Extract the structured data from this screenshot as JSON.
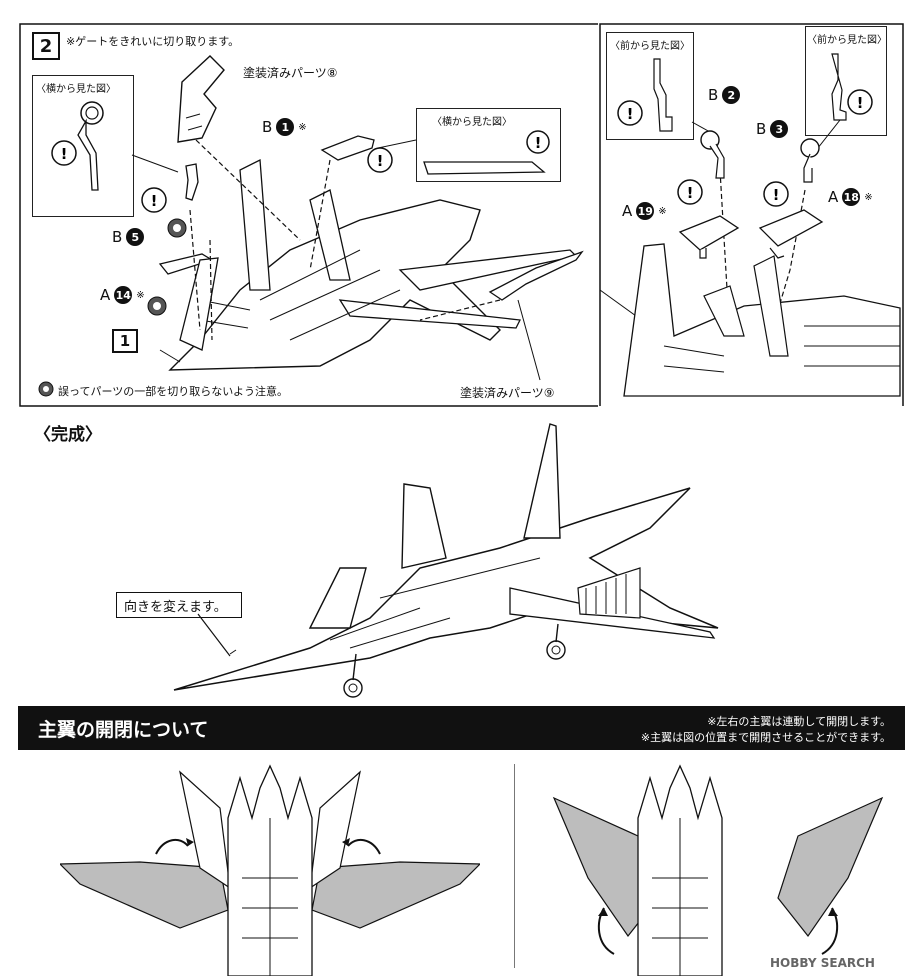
{
  "step": {
    "number": "2",
    "instruction": "※ゲートをきれいに切り取ります。",
    "side_view_label": "〈横から見た図〉",
    "front_view_label": "〈前から見た図〉",
    "painted_part_8": "塗装済みパーツ⑧",
    "painted_part_9": "塗装済みパーツ⑨",
    "caution": "誤ってパーツの一部を切り取らないよう注意。",
    "base_ref": "1",
    "asterisk": "※"
  },
  "parts": [
    {
      "runner": "B",
      "num": "1"
    },
    {
      "runner": "B",
      "num": "5"
    },
    {
      "runner": "A",
      "num": "14"
    },
    {
      "runner": "B",
      "num": "2"
    },
    {
      "runner": "B",
      "num": "3"
    },
    {
      "runner": "A",
      "num": "19"
    },
    {
      "runner": "A",
      "num": "18"
    }
  ],
  "complete": {
    "heading": "〈完成〉",
    "callout": "向きを変えます。"
  },
  "wings": {
    "heading": "主翼の開閉について",
    "note1": "※左右の主翼は連動して開閉します。",
    "note2": "※主翼は図の位置まで開閉させることができます。"
  },
  "watermark": "HOBBY SEARCH",
  "warning_symbol": "!",
  "colors": {
    "ink": "#111111",
    "wing_gray": "#bdbdbd",
    "banner": "#111111"
  }
}
